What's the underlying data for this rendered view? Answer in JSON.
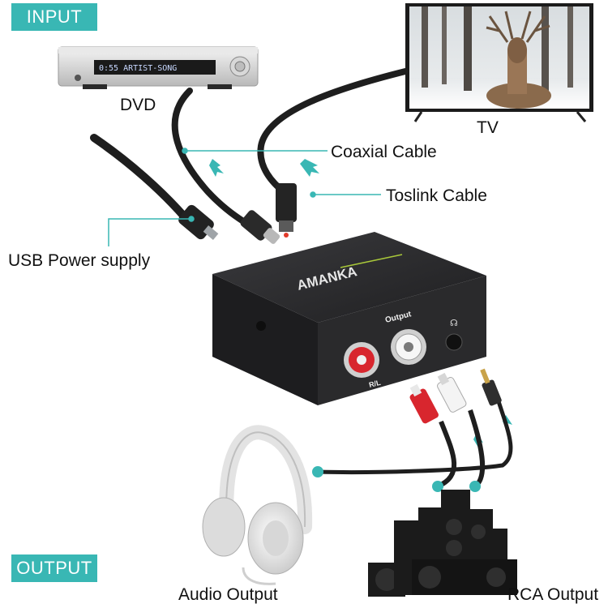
{
  "badges": {
    "input": "INPUT",
    "output": "OUTPUT"
  },
  "labels": {
    "dvd": "DVD",
    "tv": "TV",
    "coaxial": "Coaxial Cable",
    "toslink": "Toslink Cable",
    "usb_power": "USB Power supply",
    "audio_output": "Audio Output",
    "rca_output": "RCA Output"
  },
  "device": {
    "brand": "AMANKA",
    "output_label": "Output",
    "rl_label": "R/L",
    "dvd_display": "0:55   ARTIST-SONG"
  },
  "colors": {
    "accent": "#39b7b4",
    "device_body": "#2b2b2d",
    "rca_red": "#d8262e",
    "rca_white": "#f2f2f2"
  }
}
